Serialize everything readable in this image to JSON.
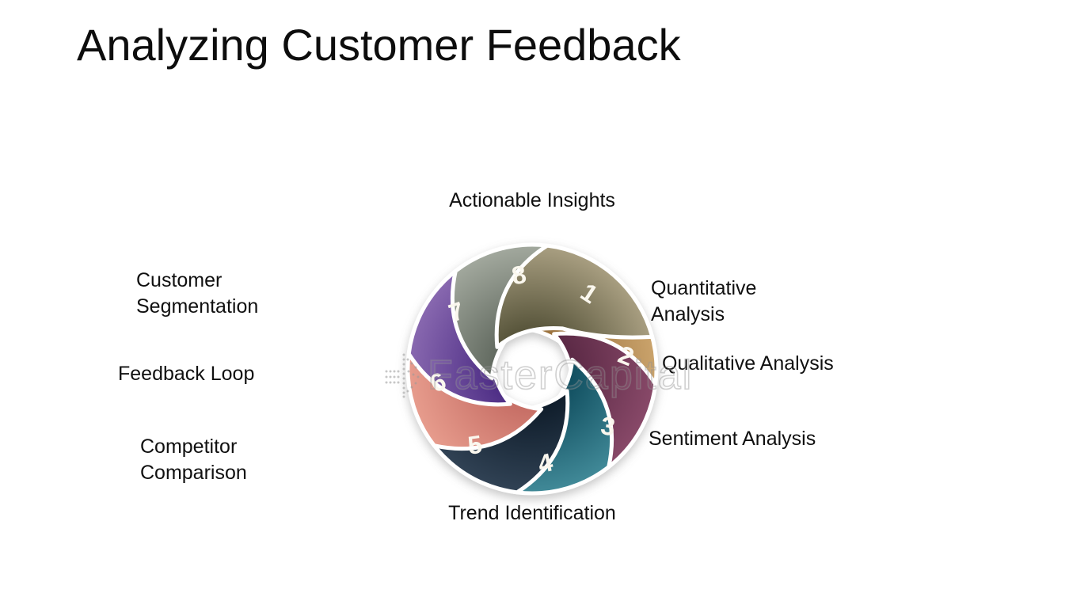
{
  "page": {
    "title": "Analyzing Customer Feedback",
    "background_color": "#ffffff"
  },
  "diagram": {
    "type": "aperture-cycle",
    "watermark": "FasterCapital",
    "watermark_color": "#949494",
    "number_text_color": "#faf7ee",
    "segments": [
      {
        "number": "1",
        "label": "Quantitative Analysis",
        "color_dark": "#59563c",
        "color_light": "#b3a88a"
      },
      {
        "number": "2",
        "label": "Qualitative Analysis",
        "color_dark": "#9c7440",
        "color_light": "#d0a971"
      },
      {
        "number": "3",
        "label": "Sentiment Analysis",
        "color_dark": "#5c2a46",
        "color_light": "#8e4d6d"
      },
      {
        "number": "4",
        "label": "Trend Identification",
        "color_dark": "#125061",
        "color_light": "#47919f"
      },
      {
        "number": "5",
        "label": "Competitor Comparison",
        "color_dark": "#101e2c",
        "color_light": "#35475a"
      },
      {
        "number": "6",
        "label": "Feedback Loop",
        "color_dark": "#c76f66",
        "color_light": "#eba292"
      },
      {
        "number": "7",
        "label": "Customer Segmentation",
        "color_dark": "#4f2f86",
        "color_light": "#9070b5"
      },
      {
        "number": "8",
        "label": "Actionable Insights",
        "color_dark": "#646c62",
        "color_light": "#aab0a5"
      }
    ]
  }
}
